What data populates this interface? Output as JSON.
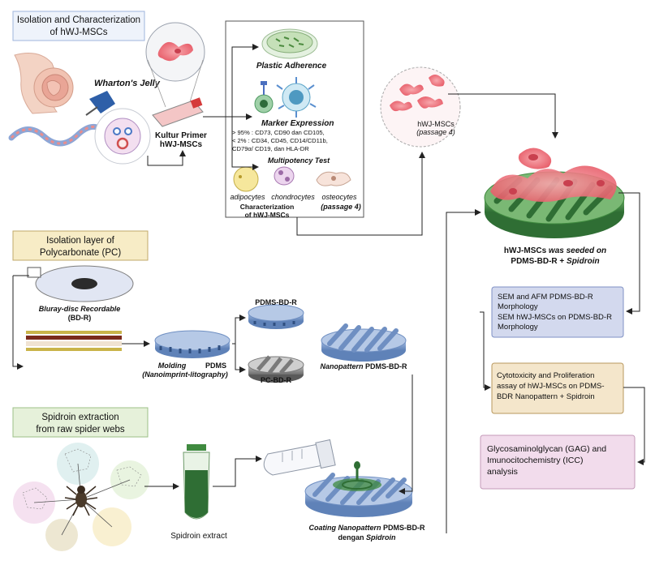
{
  "sections": {
    "isolation_wj": [
      "Isolation and Characterization",
      "of hWJ-MSCs"
    ],
    "polycarbonate": [
      "Isolation layer of",
      "Polycarbonate (PC)"
    ],
    "spidroin": [
      "Spidroin extraction",
      "from raw spider webs"
    ]
  },
  "labels": {
    "whartons_jelly": "Wharton's Jelly",
    "kultur_primer": [
      "Kultur Primer",
      "hWJ-MSCs"
    ],
    "plastic_adherence": "Plastic Adherence",
    "marker_expression": "Marker Expression",
    "marker_lines": [
      "> 95% : CD73, CD90 dan CD105,",
      "< 2% :  CD34, CD45, CD14/CD11b,",
      "CD79α/ CD19, dan HLA-DR"
    ],
    "multipotency_test": "Multipotency Test",
    "adipocytes": "adipocytes",
    "chondrocytes": "chondrocytes",
    "osteocytes": "osteocytes",
    "passage4": "(passage 4)",
    "characterization": [
      "Characterization",
      "of hWJ-MSCs"
    ],
    "hwj_passage": [
      "hWJ-MSCs",
      "(passage 4)"
    ],
    "seeded": [
      "hWJ-MSCs was seeded on",
      "PDMS-BD-R + Spidroin"
    ],
    "bluray": [
      "Bluray-disc Recordable",
      "(BD-R)"
    ],
    "molding": "Molding",
    "pdms": "PDMS",
    "nanoimprint": "(Nanoimprint-litography)",
    "pdms_bd_r": "PDMS-BD-R",
    "pc_bd_r": "PC-BD-R",
    "nanopattern": "Nanopattern PDMS-BD-R",
    "spidroin_extract": "Spidroin extract",
    "coating": [
      "Coating Nanopattern PDMS-BD-R",
      "dengan Spidroin"
    ]
  },
  "result_boxes": {
    "sem_afm": [
      "SEM and AFM PDMS-BD-R",
      "Morphology",
      "SEM hWJ-MSCs on PDMS-BD-R",
      "Morphology"
    ],
    "cytotoxicity": [
      "Cytotoxicity and Proliferation",
      "assay of hWJ-MSCs on PDMS-",
      "BDR Nanopattern + Spidroin"
    ],
    "gag": [
      "Glycosaminolglycan (GAG) and",
      "Imunocitochemistry (ICC)",
      "analysis"
    ]
  },
  "colors": {
    "title_blue_fill": "#eef3fb",
    "title_blue_border": "#9fb6dc",
    "title_yellow_fill": "#f7ecc6",
    "title_green_fill": "#e6f1da",
    "sem_fill": "#d3d9ee",
    "cyto_fill": "#f4e6cb",
    "gag_fill": "#f2dcec",
    "cell_pink": "#ee7d86",
    "scaffold_green": "#3f8a3f",
    "pdms_blue": "#7d9cc9",
    "pc_gray": "#8b8b8b"
  }
}
